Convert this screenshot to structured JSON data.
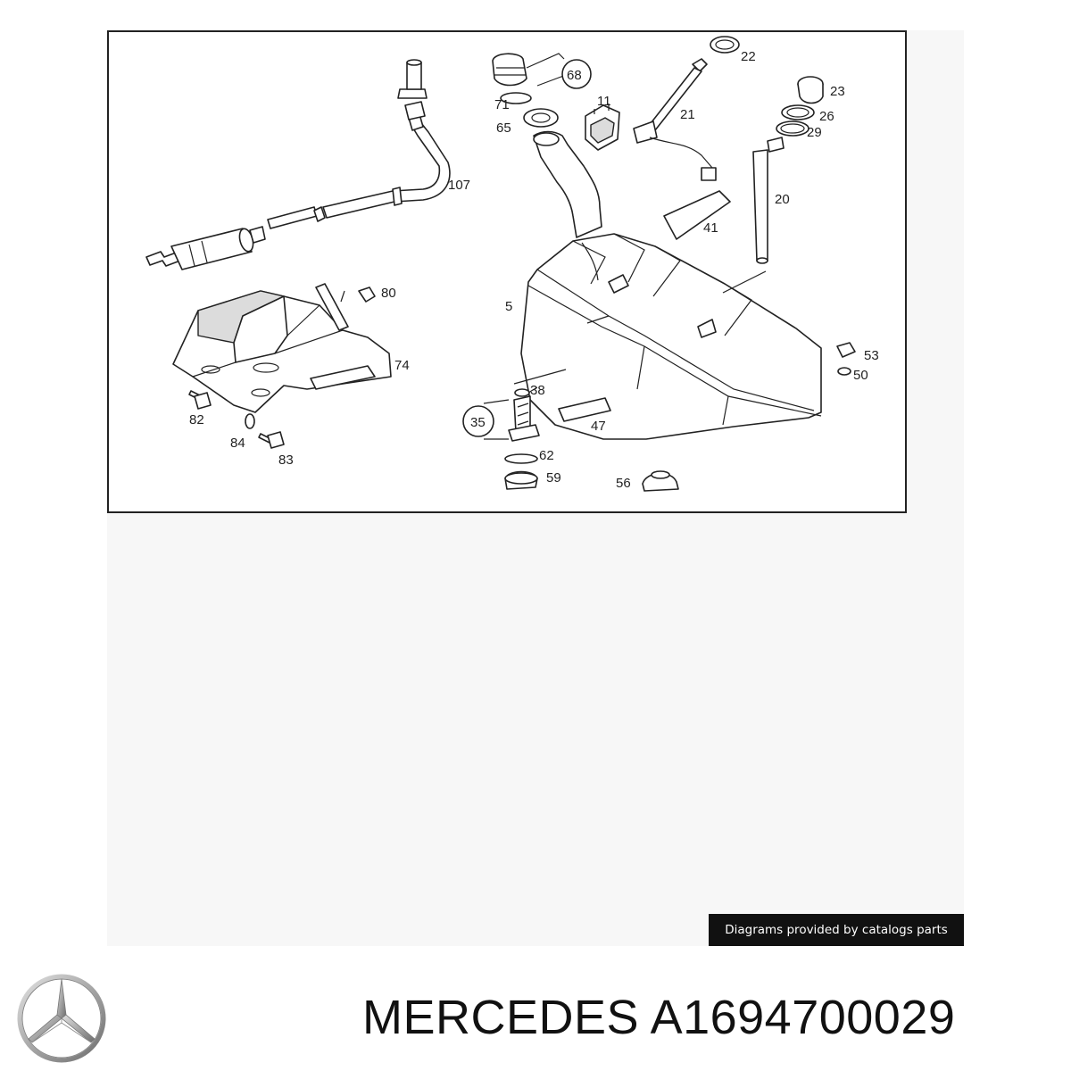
{
  "diagram": {
    "part_labels": {
      "p5": "5",
      "p11": "11",
      "p20": "20",
      "p21": "21",
      "p22": "22",
      "p23": "23",
      "p26": "26",
      "p29": "29",
      "p35": "35",
      "p38": "38",
      "p41": "41",
      "p47": "47",
      "p50": "50",
      "p53": "53",
      "p56": "56",
      "p59": "59",
      "p62": "62",
      "p65": "65",
      "p68": "68",
      "p71": "71",
      "p74": "74",
      "p80": "80",
      "p82": "82",
      "p83": "83",
      "p84": "84",
      "p107": "107"
    }
  },
  "credit": {
    "text": "Diagrams provided by catalogs parts"
  },
  "brand": {
    "logo_icon": "mercedes-star-icon"
  },
  "title": {
    "text": "MERCEDES A1694700029"
  }
}
